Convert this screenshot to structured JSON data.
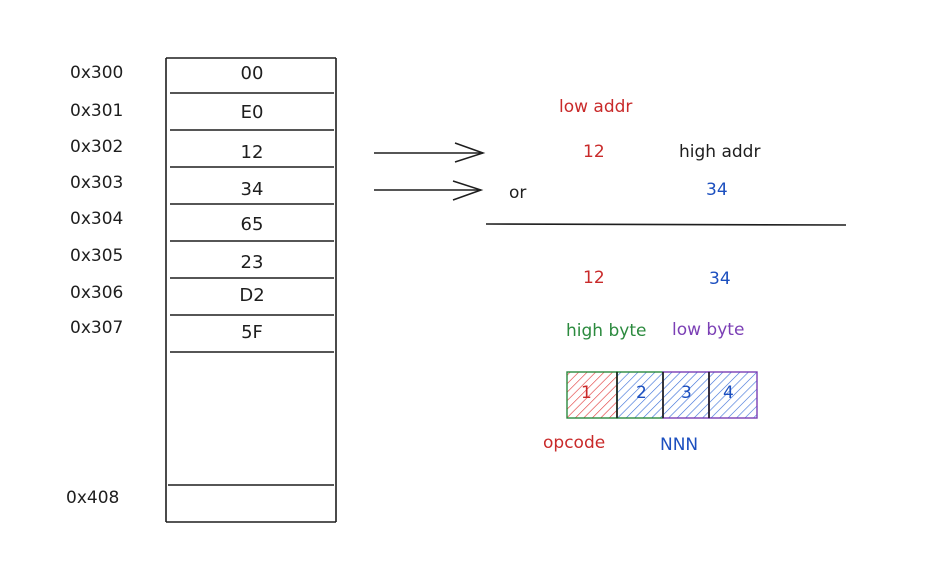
{
  "memory": {
    "rows": [
      {
        "addr": "0x300",
        "value": "00"
      },
      {
        "addr": "0x301",
        "value": "E0"
      },
      {
        "addr": "0x302",
        "value": "12"
      },
      {
        "addr": "0x303",
        "value": "34"
      },
      {
        "addr": "0x304",
        "value": "65"
      },
      {
        "addr": "0x305",
        "value": "23"
      },
      {
        "addr": "0x306",
        "value": "D2"
      },
      {
        "addr": "0x307",
        "value": "5F"
      }
    ],
    "last_addr": "0x408"
  },
  "combine": {
    "low_addr_label": "low addr",
    "high_addr_label": "high addr",
    "low_value": "12",
    "high_value": "34",
    "or_label": "or",
    "result_high": "12",
    "result_low": "34",
    "high_byte_label": "high byte",
    "low_byte_label": "low byte"
  },
  "nibbles": {
    "boxes": [
      "1",
      "2",
      "3",
      "4"
    ],
    "opcode_label": "opcode",
    "nnn_label": "NNN"
  },
  "colors": {
    "ink": "#1e1e1e",
    "red": "#c92a2a",
    "blue": "#1c4fbf",
    "green": "#2b8a3e",
    "purple": "#7b3fb5"
  }
}
